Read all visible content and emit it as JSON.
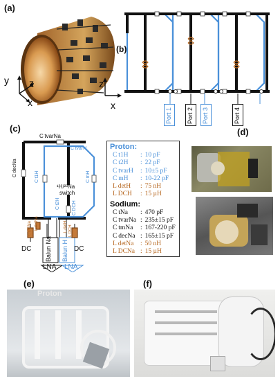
{
  "panels": {
    "a": "(a)",
    "b": "(b)",
    "c": "(c)",
    "d": "(d)",
    "e": "(e)",
    "f": "(f)"
  },
  "axes_a": {
    "y": "y",
    "z": "z",
    "x": "x"
  },
  "axes_b": {
    "z": "z",
    "x": "x"
  },
  "ports": [
    "Port 1",
    "Port 2",
    "Port 3",
    "Port 4"
  ],
  "circuit": {
    "ctvarNa": "C tvarNa",
    "ctvarH": "C tvarH",
    "cdecNa": "C decNa",
    "ct1H": "C t1H",
    "cmH": "C mH",
    "ct2H": "C t2H",
    "ctmNa": "C tmNa",
    "cdcH": "C DCH",
    "switch_top": "¹H/²³Na",
    "switch_bottom": "switch",
    "ldetNa": "L detNa",
    "ldcNa": "L DCNa",
    "ldetH": "L detH",
    "ldcH": "L DCH",
    "balun_na": "Balun Na",
    "balun_h": "Balun H",
    "dc1": "DC",
    "dc2": "DC",
    "lna1": "LNA",
    "lna2": "LNA"
  },
  "legend": {
    "proton_title": "Proton:",
    "proton": [
      {
        "name": "C t1H",
        "sep": ":",
        "value": "10 pF"
      },
      {
        "name": "C t2H",
        "sep": ":",
        "value": "22 pF"
      },
      {
        "name": "C tvarH",
        "sep": ":",
        "value": "10±5 pF"
      },
      {
        "name": "C mH",
        "sep": ":",
        "value": "10-22 pF"
      },
      {
        "name": "L detH",
        "sep": ":",
        "value": "75 nH"
      },
      {
        "name": "L DCH",
        "sep": ":",
        "value": "15 µH"
      }
    ],
    "sodium_title": "Sodium:",
    "sodium": [
      {
        "name": "C tNa",
        "sep": ":",
        "value": "470 pF"
      },
      {
        "name": "C tvarNa",
        "sep": ":",
        "value": "235±15 pF"
      },
      {
        "name": "C tmNa",
        "sep": ":",
        "value": "167-220 pF"
      },
      {
        "name": "C decNa",
        "sep": ":",
        "value": "165±15 pF"
      },
      {
        "name": "L detNa",
        "sep": ":",
        "value": "50 nH"
      },
      {
        "name": "L DCNa",
        "sep": ":",
        "value": "15 µH"
      }
    ]
  },
  "photo_e_label": "Proton",
  "colors": {
    "proton": "#4a90d9",
    "sodium": "#111111",
    "inductor": "#b5651d"
  }
}
